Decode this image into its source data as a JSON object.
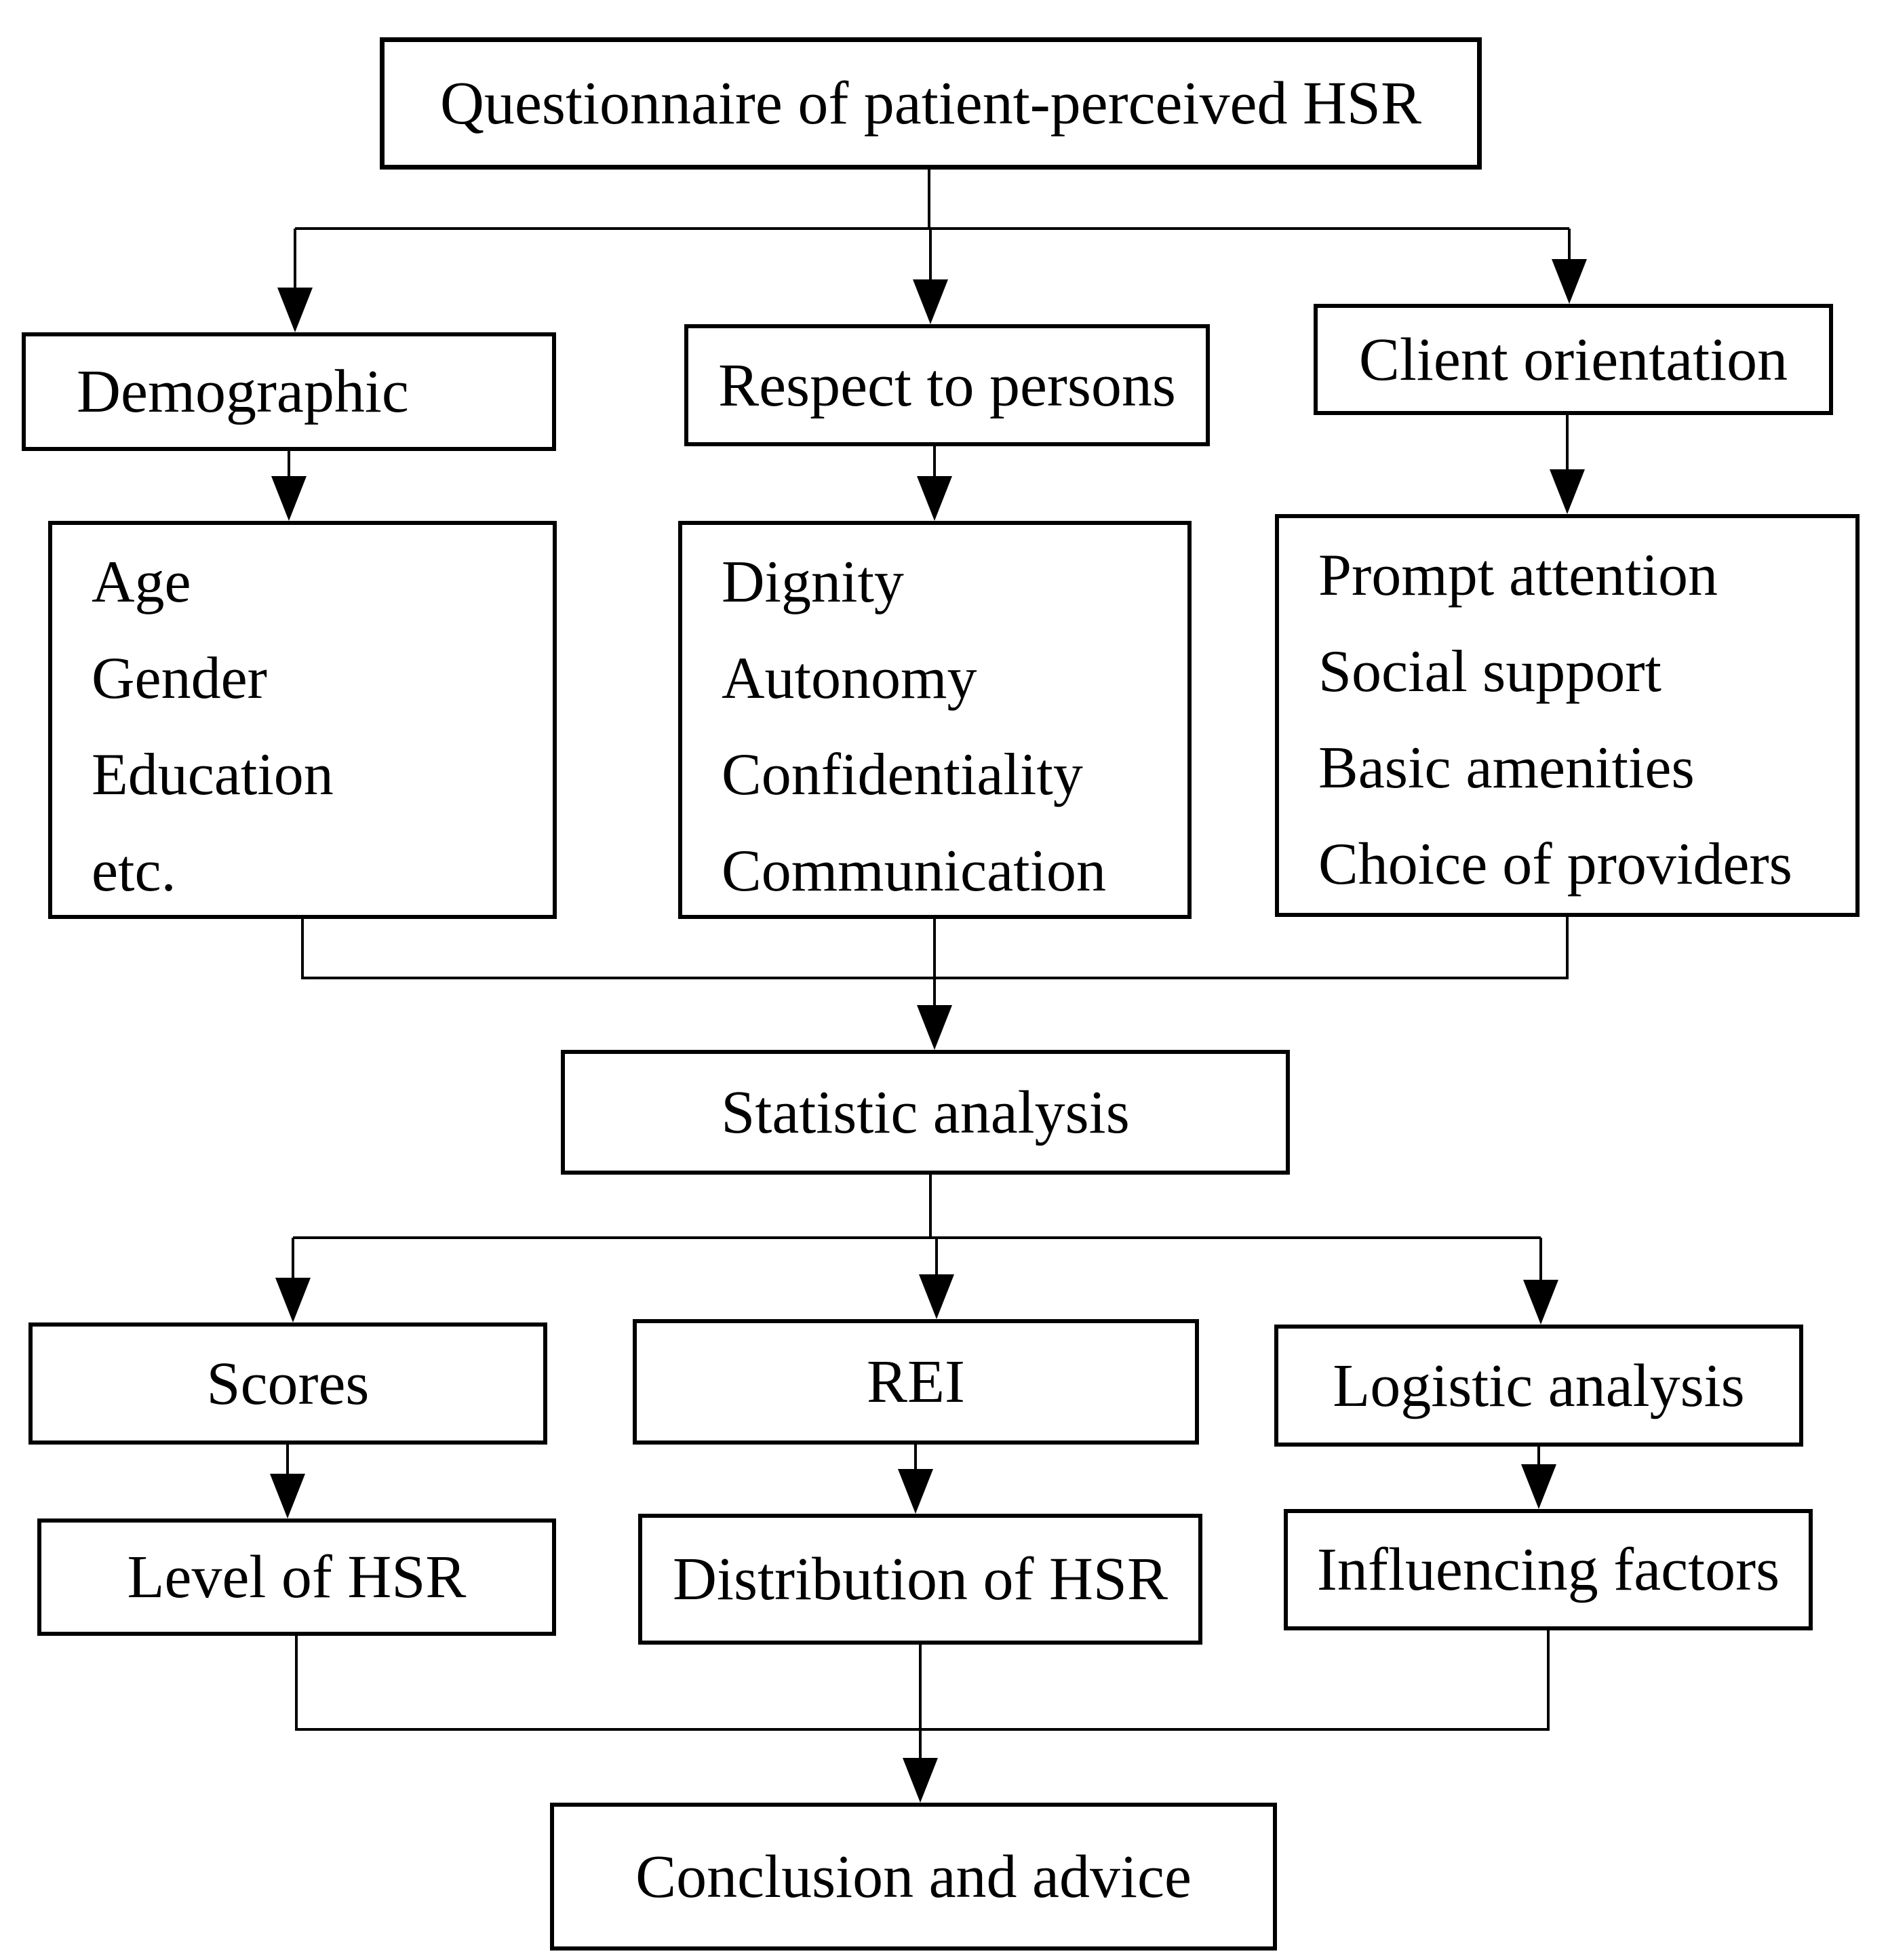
{
  "flowchart": {
    "colors": {
      "background": "#ffffff",
      "line": "#000000",
      "text": "#000000",
      "box_border": "#000000"
    },
    "root": {
      "label": "Questionnaire of patient-perceived HSR"
    },
    "branches": [
      {
        "label": "Demographic",
        "items": [
          "Age",
          "Gender",
          "Education",
          "etc."
        ]
      },
      {
        "label": "Respect to persons",
        "items": [
          "Dignity",
          "Autonomy",
          "Confidentiality",
          "Communication"
        ]
      },
      {
        "label": "Client orientation",
        "items": [
          "Prompt attention",
          "Social support",
          "Basic amenities",
          "Choice of providers"
        ]
      }
    ],
    "analysis": {
      "label": "Statistic analysis"
    },
    "outputs": [
      {
        "label": "Scores",
        "result": "Level of HSR"
      },
      {
        "label": "REI",
        "result": "Distribution of HSR"
      },
      {
        "label": "Logistic analysis",
        "result": "Influencing factors"
      }
    ],
    "conclusion": {
      "label": "Conclusion and advice"
    }
  }
}
